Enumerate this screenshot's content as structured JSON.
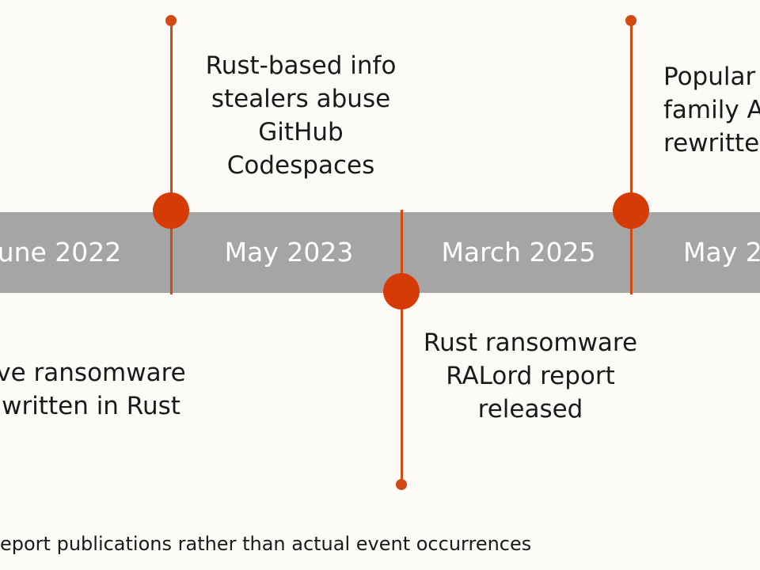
{
  "colors": {
    "background": "#fdfbf8",
    "band": "#a5a5a5",
    "accent": "#d73b05",
    "date_text": "#ffffff",
    "body_text": "#1a1a1a"
  },
  "timeline": {
    "dates": [
      "une 2022",
      "May 2023",
      "March 2025",
      "May 2"
    ],
    "events": [
      {
        "lines": [
          "ve ransomware",
          "written in Rust"
        ]
      },
      {
        "lines": [
          "Rust-based info",
          "stealers abuse",
          "GitHub",
          "Codespaces"
        ]
      },
      {
        "lines": [
          "Rust ransomware",
          "RALord report",
          "released"
        ]
      },
      {
        "lines": [
          "Popular",
          "family A",
          "rewritten"
        ]
      }
    ]
  },
  "footnote": "eport publications rather than actual event occurrences"
}
